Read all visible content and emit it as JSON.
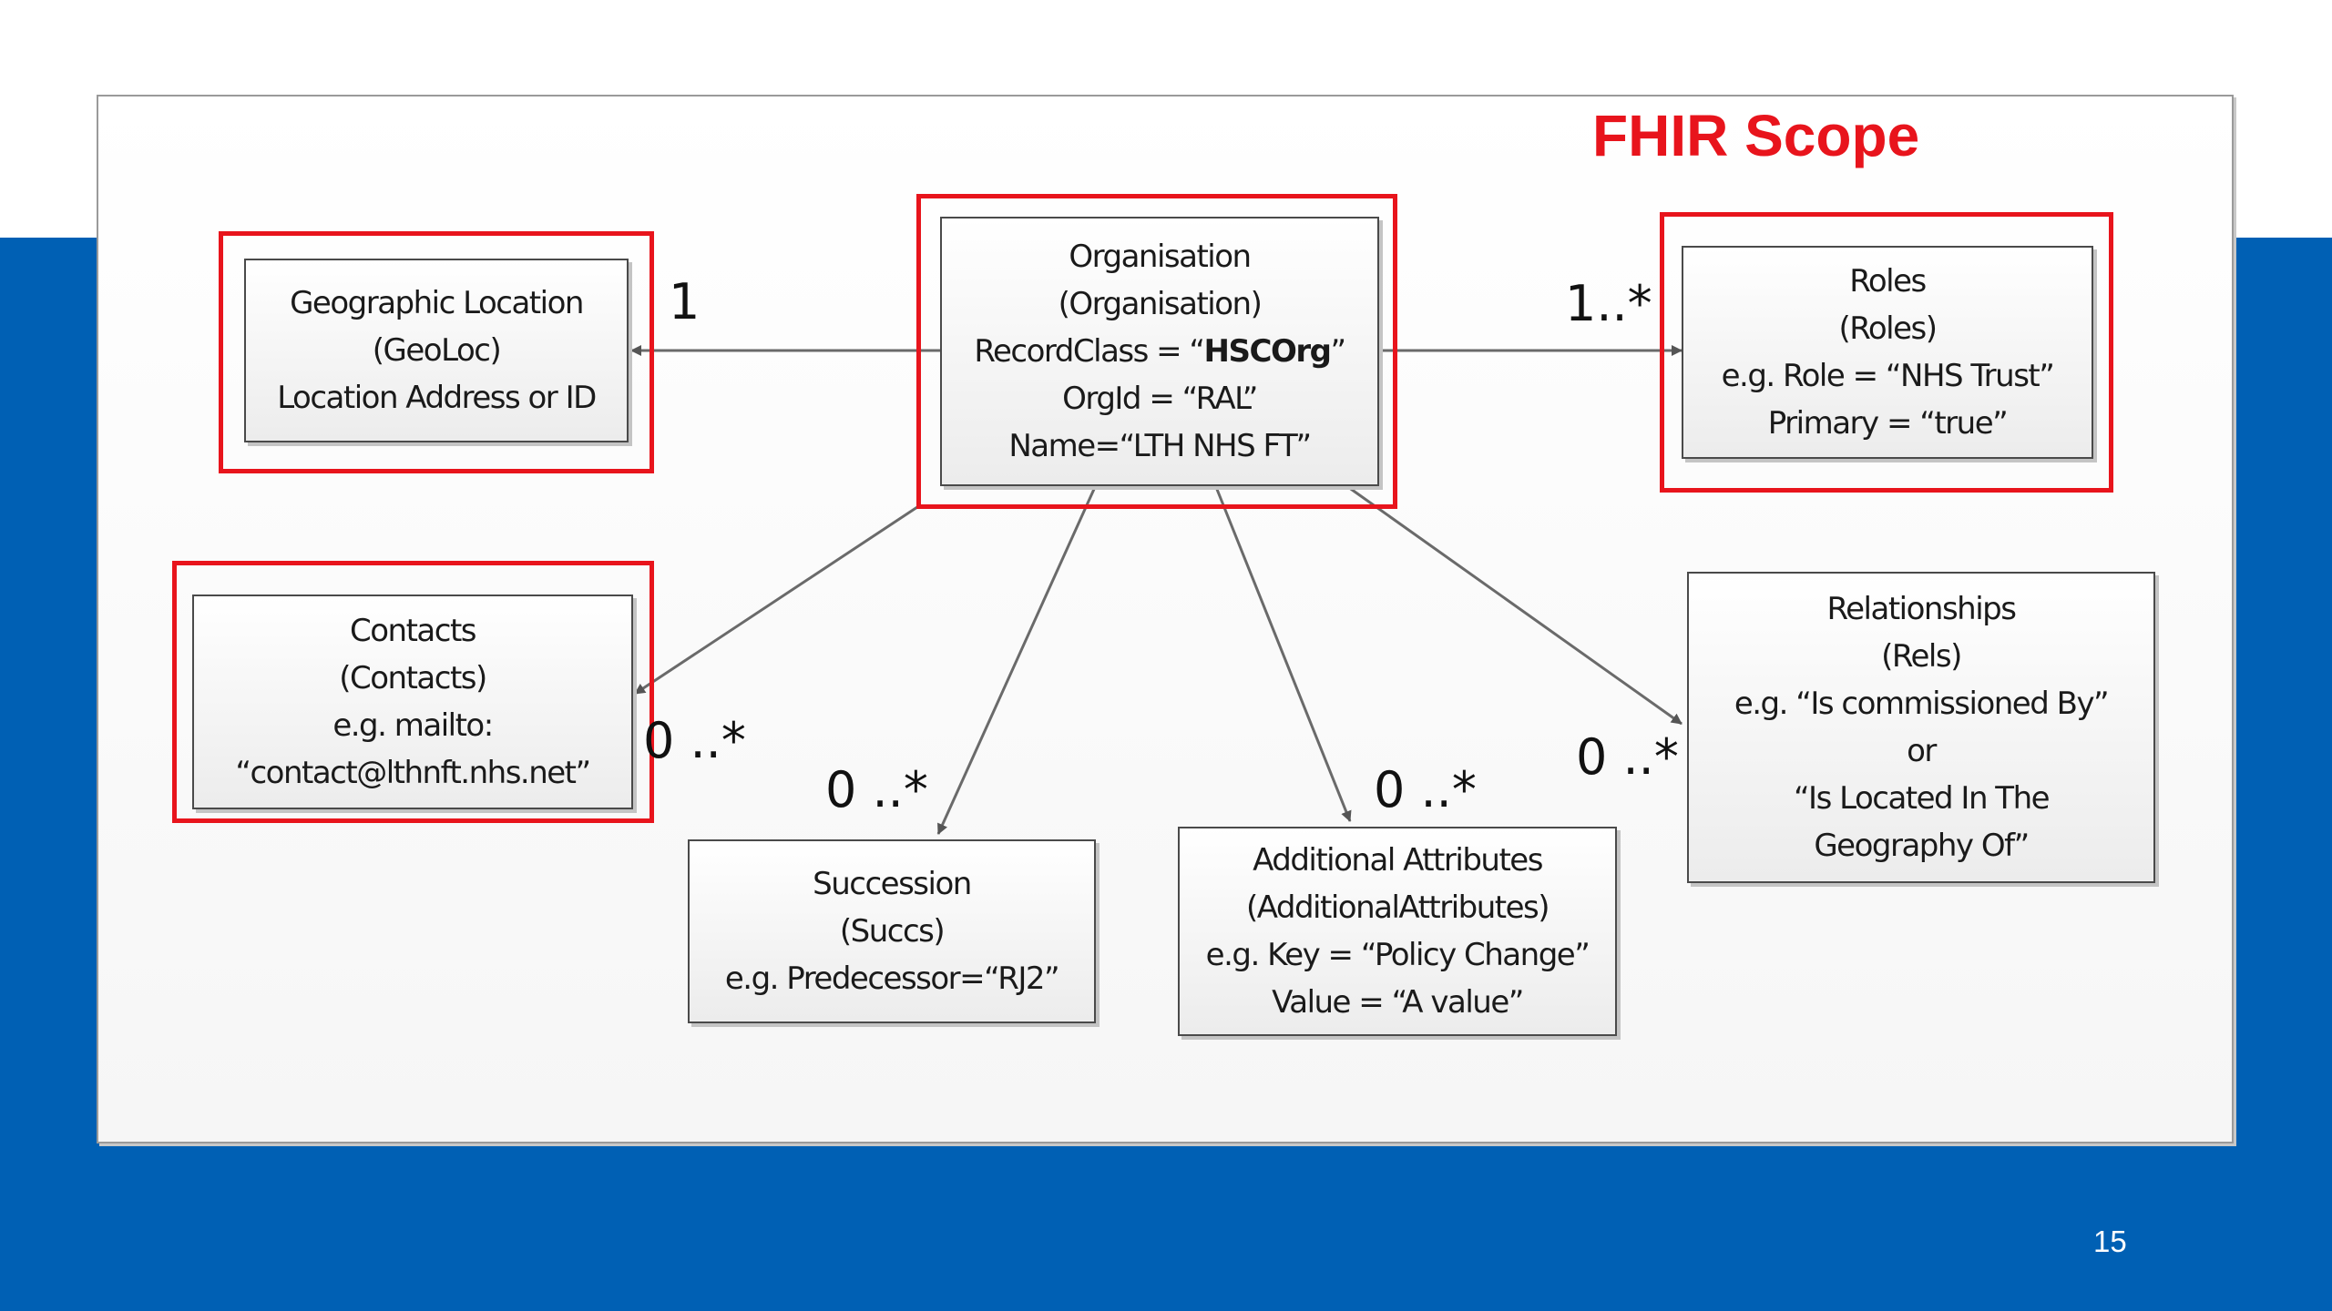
{
  "title": "FHIR Scope",
  "page_number": "15",
  "colors": {
    "band": "#0060b4",
    "scope": "#e8141c",
    "title": "#e8141c"
  },
  "nodes": {
    "geo": {
      "lines": [
        "Geographic Location",
        "(GeoLoc)",
        "Location Address or ID"
      ]
    },
    "org": {
      "lines": [
        "Organisation",
        "(Organisation)",
        "RecordClass = “",
        "HSCOrg",
        "”",
        "OrgId = “RAL”",
        "Name=“LTH NHS FT”"
      ]
    },
    "roles": {
      "lines": [
        "Roles",
        "(Roles)",
        "e.g. Role = “NHS Trust”",
        "Primary = “true”"
      ]
    },
    "contacts": {
      "lines": [
        "Contacts",
        "(Contacts)",
        "e.g. mailto:",
        "“contact@lthnft.nhs.net”"
      ]
    },
    "succ": {
      "lines": [
        "Succession",
        "(Succs)",
        "e.g. Predecessor=“RJ2”"
      ]
    },
    "attrs": {
      "lines": [
        "Additional Attributes",
        "(AdditionalAttributes)",
        "e.g. Key = “Policy Change”",
        "Value = “A value”"
      ]
    },
    "rels": {
      "lines": [
        "Relationships",
        "(Rels)",
        "e.g. “Is commissioned By”",
        "or",
        "“Is Located In The",
        "Geography Of”"
      ]
    }
  },
  "multiplicities": {
    "geo": "1",
    "roles": "1..*",
    "contacts": "0 ..*",
    "succ": "0 ..*",
    "attrs": "0 ..*",
    "rels": "0 ..*"
  }
}
